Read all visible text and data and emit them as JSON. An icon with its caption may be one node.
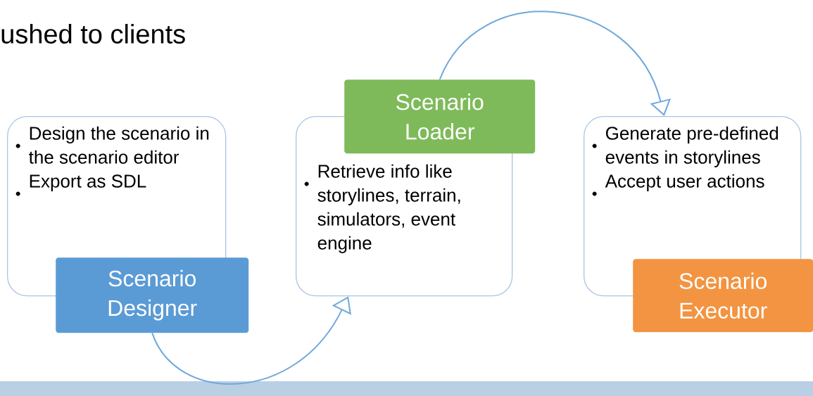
{
  "diagram": {
    "nodes": [
      {
        "text": [
          "Design the scenario in the scenario editor",
          "Export as SDL"
        ]
      },
      {
        "text": [
          "Scenario Designer"
        ]
      },
      {
        "text": [
          "Retrieve info like storylines, terrain, simulators, event engine"
        ]
      },
      {
        "text": [
          "Scenario Loader"
        ]
      },
      {
        "text": [
          "Generate pre-defined events in storylines",
          "Accept user actions"
        ]
      },
      {
        "text": [
          "Scenario Executor"
        ]
      }
    ],
    "edges": [
      {
        "from": 1,
        "to": 2,
        "arrow": "to"
      },
      {
        "from": 3,
        "to": 4,
        "arrow": "to"
      }
    ],
    "labels": [
      "ushed to clients"
    ]
  }
}
